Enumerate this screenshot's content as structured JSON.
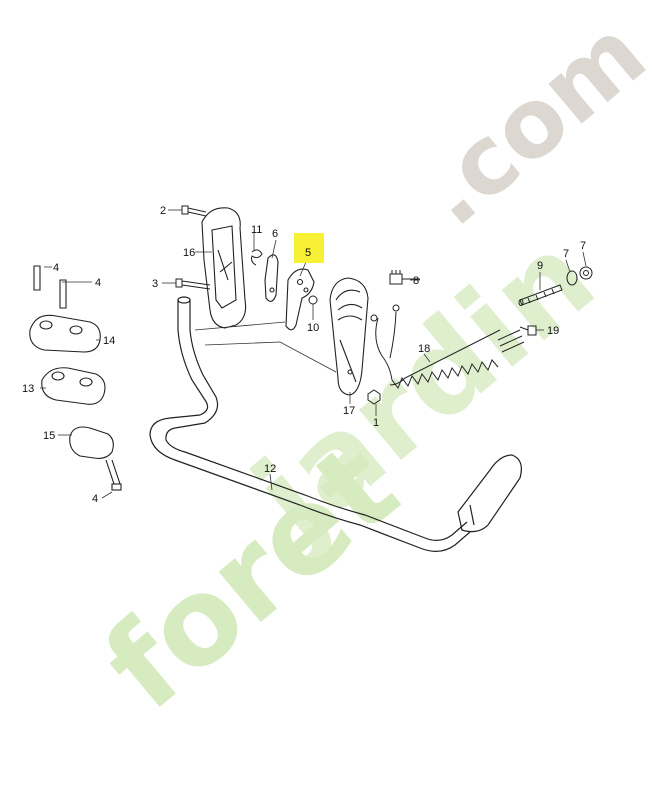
{
  "watermark": {
    "text_left": "foret",
    "text_middle": "jardin",
    "text_right": ".com",
    "colors": {
      "f": "#cde8b0",
      "o": "#cde8b0",
      "r": "#e6f1c8",
      "e": "#f7d7a8",
      "t": "#d9ecc0",
      "j": "#cfe7b7",
      "com": "#d4cfc8"
    }
  },
  "highlight_color": "#f7f035",
  "parts": [
    {
      "id": "p2",
      "label": "2"
    },
    {
      "id": "p16",
      "label": "16"
    },
    {
      "id": "p11",
      "label": "11"
    },
    {
      "id": "p6",
      "label": "6"
    },
    {
      "id": "p5",
      "label": "5",
      "highlighted": true
    },
    {
      "id": "p3",
      "label": "3"
    },
    {
      "id": "p10",
      "label": "10"
    },
    {
      "id": "p17",
      "label": "17"
    },
    {
      "id": "p1",
      "label": "1"
    },
    {
      "id": "p8",
      "label": "8"
    },
    {
      "id": "p9",
      "label": "9"
    },
    {
      "id": "p7a",
      "label": "7"
    },
    {
      "id": "p7b",
      "label": "7"
    },
    {
      "id": "p19",
      "label": "19"
    },
    {
      "id": "p18",
      "label": "18"
    },
    {
      "id": "p4a",
      "label": "4"
    },
    {
      "id": "p4b",
      "label": "4"
    },
    {
      "id": "p14",
      "label": "14"
    },
    {
      "id": "p13",
      "label": "13"
    },
    {
      "id": "p15",
      "label": "15"
    },
    {
      "id": "p4c",
      "label": "4"
    },
    {
      "id": "p12",
      "label": "12"
    }
  ]
}
